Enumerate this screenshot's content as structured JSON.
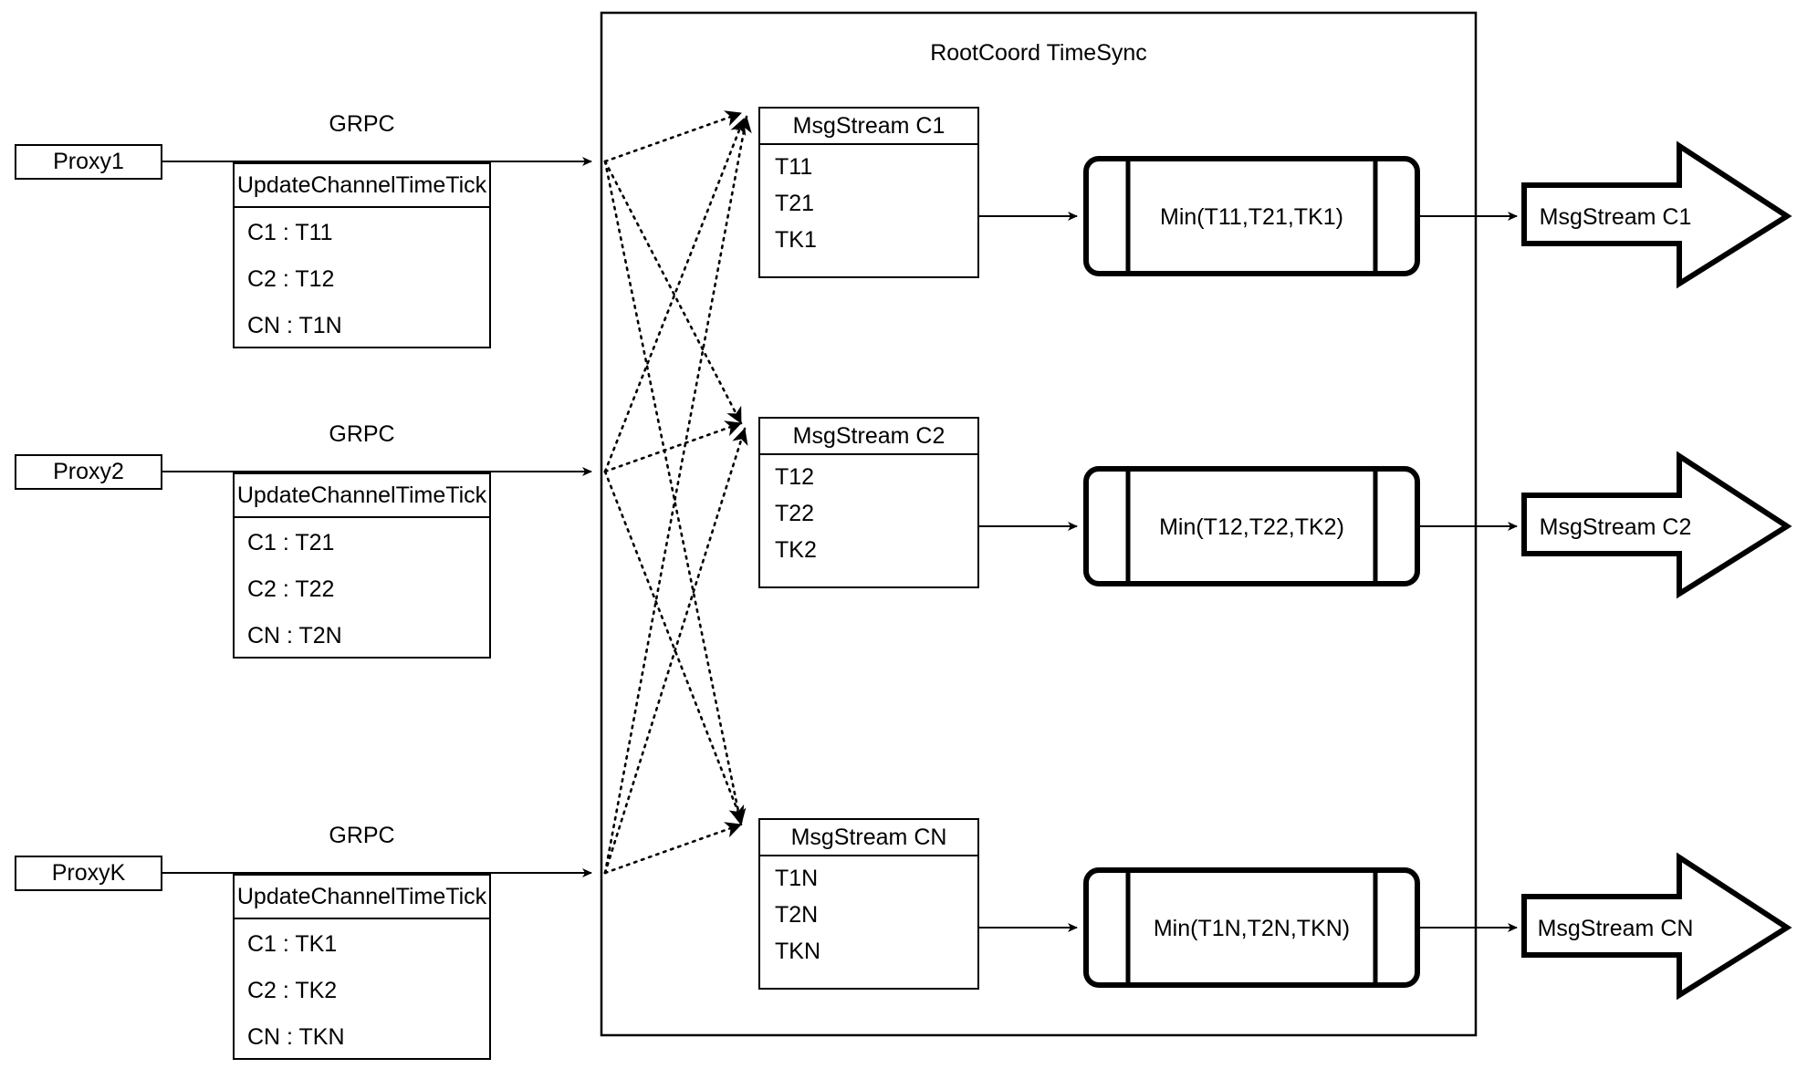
{
  "diagram": {
    "container_title": "RootCoord TimeSync",
    "grpc_label": "GRPC",
    "proxies": [
      {
        "name": "Proxy1",
        "rpc_title": "UpdateChannelTimeTick",
        "entries": [
          "C1 :  T11",
          "C2 :  T12",
          "CN : T1N"
        ]
      },
      {
        "name": "Proxy2",
        "rpc_title": "UpdateChannelTimeTick",
        "entries": [
          "C1 :  T21",
          "C2 :  T22",
          "CN : T2N"
        ]
      },
      {
        "name": "ProxyK",
        "rpc_title": "UpdateChannelTimeTick",
        "entries": [
          "C1 :  TK1",
          "C2 :  TK2",
          "CN : TKN"
        ]
      }
    ],
    "channels": [
      {
        "msgstream_title": "MsgStream C1",
        "ticks": [
          "T11",
          "T21",
          "TK1"
        ],
        "min_label": "Min(T11,T21,TK1)",
        "output_label": "MsgStream C1"
      },
      {
        "msgstream_title": "MsgStream C2",
        "ticks": [
          "T12",
          "T22",
          "TK2"
        ],
        "min_label": "Min(T12,T22,TK2)",
        "output_label": "MsgStream C2"
      },
      {
        "msgstream_title": "MsgStream CN",
        "ticks": [
          "T1N",
          "T2N",
          "TKN"
        ],
        "min_label": "Min(T1N,T2N,TKN)",
        "output_label": "MsgStream CN"
      }
    ],
    "colors": {
      "stroke": "#000000",
      "background": "#ffffff"
    }
  }
}
